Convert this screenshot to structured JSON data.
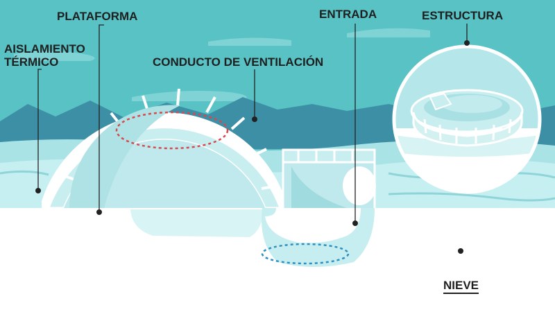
{
  "labels": {
    "aislamiento_line1": "AISLAMIENTO",
    "aislamiento_line2": "TÉRMICO",
    "plataforma": "PLATAFORMA",
    "conducto": "CONDUCTO DE VENTILACIÓN",
    "entrada": "ENTRADA",
    "estructura": "ESTRUCTURA",
    "nieve": "NIEVE"
  },
  "colors": {
    "sky": "#58c2c5",
    "mountain": "#3d8fa5",
    "ice_block": "#c9eef0",
    "ice_outline": "#ffffff",
    "snow": "#ffffff",
    "ice_inner": "#bfe9ec",
    "platform_marker": "#d8484f",
    "ventilation_marker": "#2f8fbf",
    "pointer": "#222222"
  }
}
